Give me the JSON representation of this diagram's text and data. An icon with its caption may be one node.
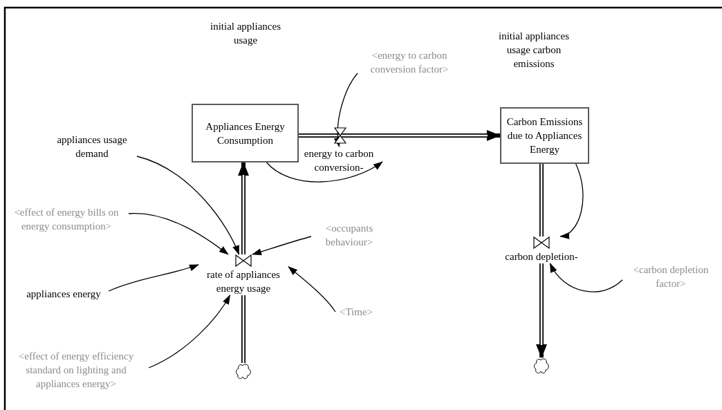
{
  "diagram": {
    "nodes": [
      {
        "text": [
          "Appliances Energy Consumption"
        ]
      },
      {
        "text": [
          "Carbon Emissions due to Appliances Energy"
        ]
      },
      {
        "text": [
          "energy to carbon conversion-"
        ]
      },
      {
        "text": [
          "carbon depletion-"
        ]
      },
      {
        "text": [
          "rate of appliances energy usage"
        ]
      },
      {
        "text": [],
        "shape": "cloud"
      },
      {
        "text": [],
        "shape": "cloud"
      },
      {
        "text": [
          "<energy to carbon conversion factor>"
        ]
      },
      {
        "text": [
          "appliances usage demand"
        ]
      },
      {
        "text": [
          "<effect of energy bills on energy consumption>"
        ]
      },
      {
        "text": [
          "appliances energy"
        ]
      },
      {
        "text": [
          "<effect of energy efficiency standard on lighting and appliances energy>"
        ]
      },
      {
        "text": [
          "<occupants behaviour>"
        ]
      },
      {
        "text": [
          "<Time>"
        ]
      },
      {
        "text": [
          "<carbon depletion factor>"
        ]
      }
    ],
    "edges": [
      {
        "from": 0,
        "to": 1,
        "arrow": "to",
        "style": "thick"
      },
      {
        "from": 5,
        "to": 4,
        "arrow": "none",
        "style": "thick"
      },
      {
        "from": 4,
        "to": 0,
        "arrow": "to",
        "style": "thick"
      },
      {
        "from": 1,
        "to": 3,
        "arrow": "none",
        "style": "thick"
      },
      {
        "from": 3,
        "to": 6,
        "arrow": "to",
        "style": "thick"
      },
      {
        "from": 7,
        "to": 2,
        "arrow": "to"
      },
      {
        "from": 0,
        "to": 2,
        "arrow": "to"
      },
      {
        "from": 8,
        "to": 4,
        "arrow": "to"
      },
      {
        "from": 9,
        "to": 4,
        "arrow": "to"
      },
      {
        "from": 10,
        "to": 4,
        "arrow": "to"
      },
      {
        "from": 11,
        "to": 4,
        "arrow": "to"
      },
      {
        "from": 12,
        "to": 4,
        "arrow": "to"
      },
      {
        "from": 13,
        "to": 4,
        "arrow": "to"
      },
      {
        "from": 1,
        "to": 3,
        "arrow": "to"
      },
      {
        "from": 14,
        "to": 3,
        "arrow": "to"
      }
    ],
    "labels": [
      "initial appliances usage",
      "initial appliances usage carbon emissions"
    ]
  }
}
